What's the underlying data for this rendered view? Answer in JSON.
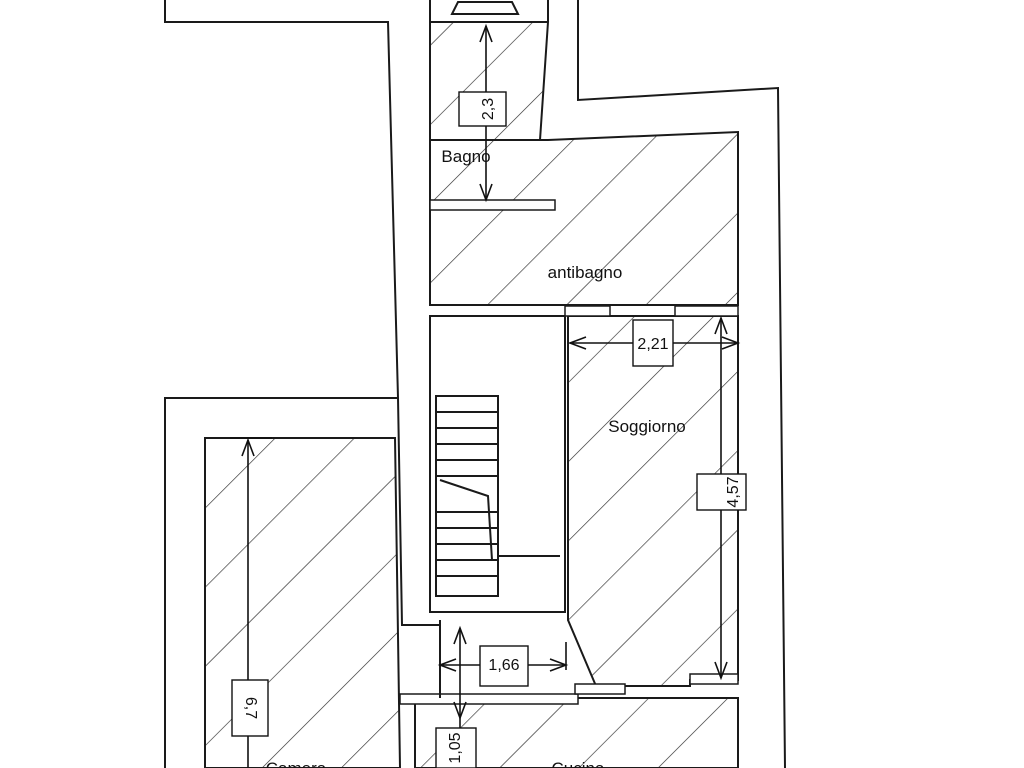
{
  "rooms": {
    "bagno": "Bagno",
    "antibagno": "antibagno",
    "soggiorno": "Soggiorno",
    "camera": "Camera",
    "cucina": "Cucina"
  },
  "dimensions": {
    "bagno_height": "2,3",
    "soggiorno_width": "2,21",
    "soggiorno_height": "4,57",
    "corridor_width": "1,66",
    "door_height": "1,05",
    "camera_height": "6,7"
  },
  "colors": {
    "line": "#1a1a1a",
    "background": "#ffffff"
  }
}
